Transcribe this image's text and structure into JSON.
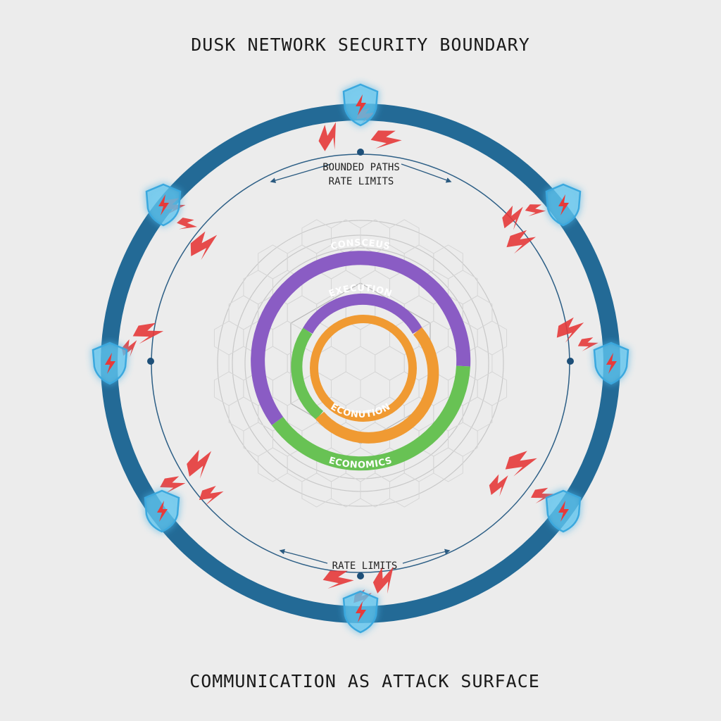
{
  "title": "DUSK NETWORK SECURITY BOUNDARY",
  "subtitle": "COMMUNICATION AS ATTACK SURFACE",
  "annotations": {
    "top_line1": "BOUNDED PATHS",
    "top_line2": "RATE LIMITS",
    "bottom": "RATE LIMITS"
  },
  "rings": [
    {
      "label": "CONSCEUS",
      "color": "#8a5cc4"
    },
    {
      "label": "EXECUTION",
      "color": "#8a5cc4"
    },
    {
      "label": "ECONUTION",
      "color": "#f09a32"
    },
    {
      "label": "ECONOMICS",
      "color": "#68c254"
    }
  ],
  "colors": {
    "boundary": "#236a96",
    "shield": "#5ec4ee",
    "attack": "#e63a3a",
    "purple": "#8a5cc4",
    "green": "#68c254",
    "orange": "#f09a32"
  },
  "icons": [
    "shield-icon",
    "lightning-bolt-icon",
    "double-arrow-icon"
  ]
}
